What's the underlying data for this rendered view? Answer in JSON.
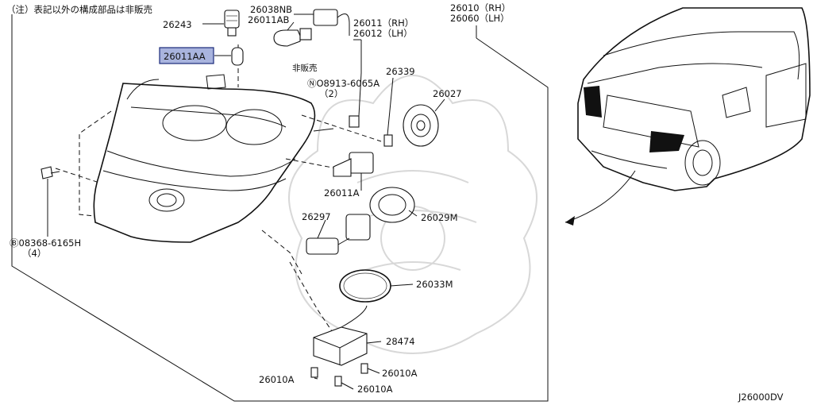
{
  "note": "（注）表記以外の構成部品は非販売",
  "hidden_note": "非販売",
  "diagram_code": "J26000DV",
  "highlight_color": "#a9b4de",
  "parts": {
    "p26243": "26243",
    "p26011AA": "26011AA",
    "p26038NB": "26038NB",
    "p26011AB": "26011AB",
    "p26011_rh": "26011（RH）",
    "p26012_lh": "26012（LH）",
    "p26010_rh": "26010（RH）",
    "p26060_lh": "26060（LH）",
    "p08913": "ⓃO8913-6065A",
    "p08913_qty": "（2）",
    "p26339": "26339",
    "p26027": "26027",
    "p26011A": "26011A",
    "p26297": "26297",
    "p26029M": "26029M",
    "p08368": "Ⓑ08368-6165H",
    "p08368_qty": "（4）",
    "p26033M": "26033M",
    "p28474": "28474",
    "p26010A_1": "26010A",
    "p26010A_2": "26010A",
    "p26010A_3": "26010A"
  }
}
